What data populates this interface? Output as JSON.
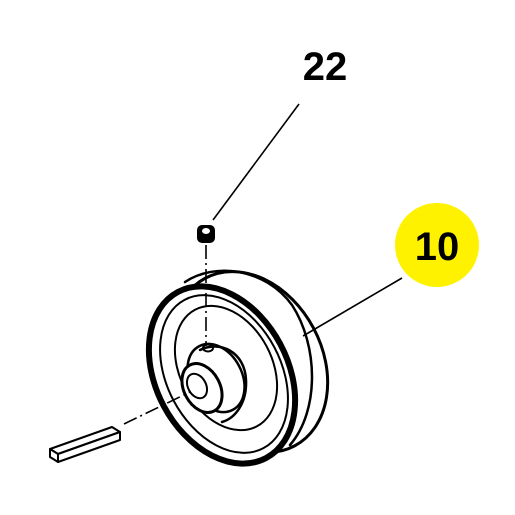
{
  "callouts": [
    {
      "number": "22",
      "part": "set-screw",
      "highlighted": false
    },
    {
      "number": "10",
      "part": "pulley",
      "highlighted": true
    }
  ],
  "colors": {
    "line": "#000000",
    "background": "#ffffff",
    "highlight": "#fff200"
  }
}
